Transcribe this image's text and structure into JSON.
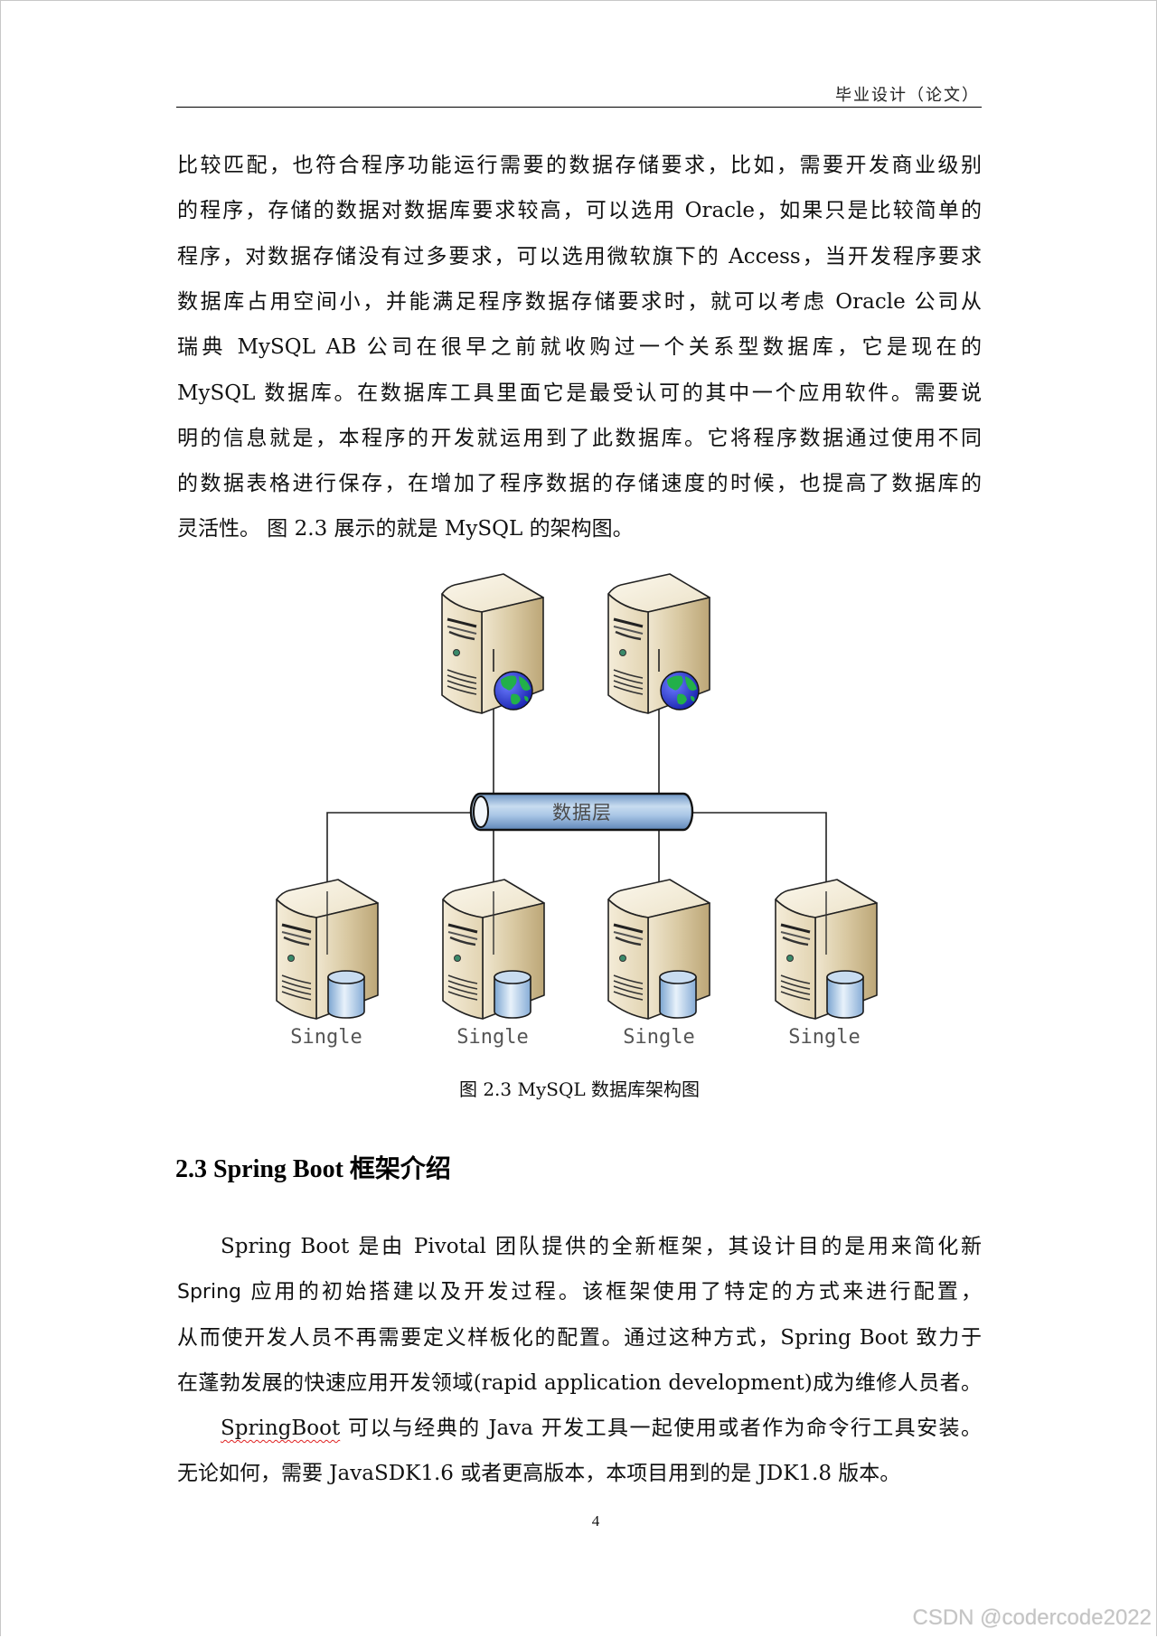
{
  "header": {
    "running_title": "毕业设计（论文）"
  },
  "paragraph1": {
    "lines": [
      "比较匹配，也符合程序功能运行需要的数据存储要求，比如，需要开发商业级别",
      "的程序，存储的数据对数据库要求较高，可以选用 Oracle，如果只是比较简单的",
      "程序，对数据存储没有过多要求，可以选用微软旗下的 Access，当开发程序要求",
      "数据库占用空间小，并能满足程序数据存储要求时，就可以考虑 Oracle 公司从",
      "瑞典 MySQL AB 公司在很早之前就收购过一个关系型数据库，它是现在的",
      "MySQL 数据库。在数据库工具里面它是最受认可的其中一个应用软件。需要说",
      "明的信息就是，本程序的开发就运用到了此数据库。它将程序数据通过使用不同",
      "的数据表格进行保存，在增加了程序数据的存储速度的时候，也提高了数据库的",
      "灵活性。 图 2.3 展示的就是 MySQL 的架构图。"
    ]
  },
  "figure": {
    "pipe_label": "数据层",
    "top_servers": [
      {
        "type": "web-server",
        "badge": "globe-icon"
      },
      {
        "type": "web-server",
        "badge": "globe-icon"
      }
    ],
    "bottom_servers": [
      {
        "label": "Single",
        "badge": "database-icon"
      },
      {
        "label": "Single",
        "badge": "database-icon"
      },
      {
        "label": "Single",
        "badge": "database-icon"
      },
      {
        "label": "Single",
        "badge": "database-icon"
      }
    ],
    "caption": "图 2.3 MySQL 数据库架构图"
  },
  "section": {
    "heading": "2.3 Spring Boot 框架介绍",
    "paragraph2": {
      "line1": "Spring Boot 是由 Pivotal 团队提供的全新框架，其设计目的是用来简化新",
      "line2_word": "Spring",
      "line2_rest": " 应用的初始搭建以及开发过程。该框架使用了特定的方式来进行配置，",
      "line3": "从而使开发人员不再需要定义样板化的配置。通过这种方式，Spring Boot 致力于",
      "line4": "在蓬勃发展的快速应用开发领域(rapid application development)成为维修人员者。"
    },
    "paragraph3": {
      "line1_word": "SpringBoot",
      "line1_rest": " 可以与经典的 Java 开发工具一起使用或者作为命令行工具安装。",
      "line2": "无论如何，需要 JavaSDK1.6 或者更高版本，本项目用到的是 JDK1.8 版本。"
    }
  },
  "footer": {
    "page_number": "4",
    "watermark": "CSDN @codercode2022"
  },
  "colors": {
    "server_body": "#e8dcc0",
    "server_side": "#c8b48a",
    "pipe": "#9fbfe0",
    "globe_ocean": "#2a3fd8",
    "globe_land": "#22b04a",
    "db_cylinder": "#a8c8e8",
    "watermark": "#c4c4c4"
  }
}
